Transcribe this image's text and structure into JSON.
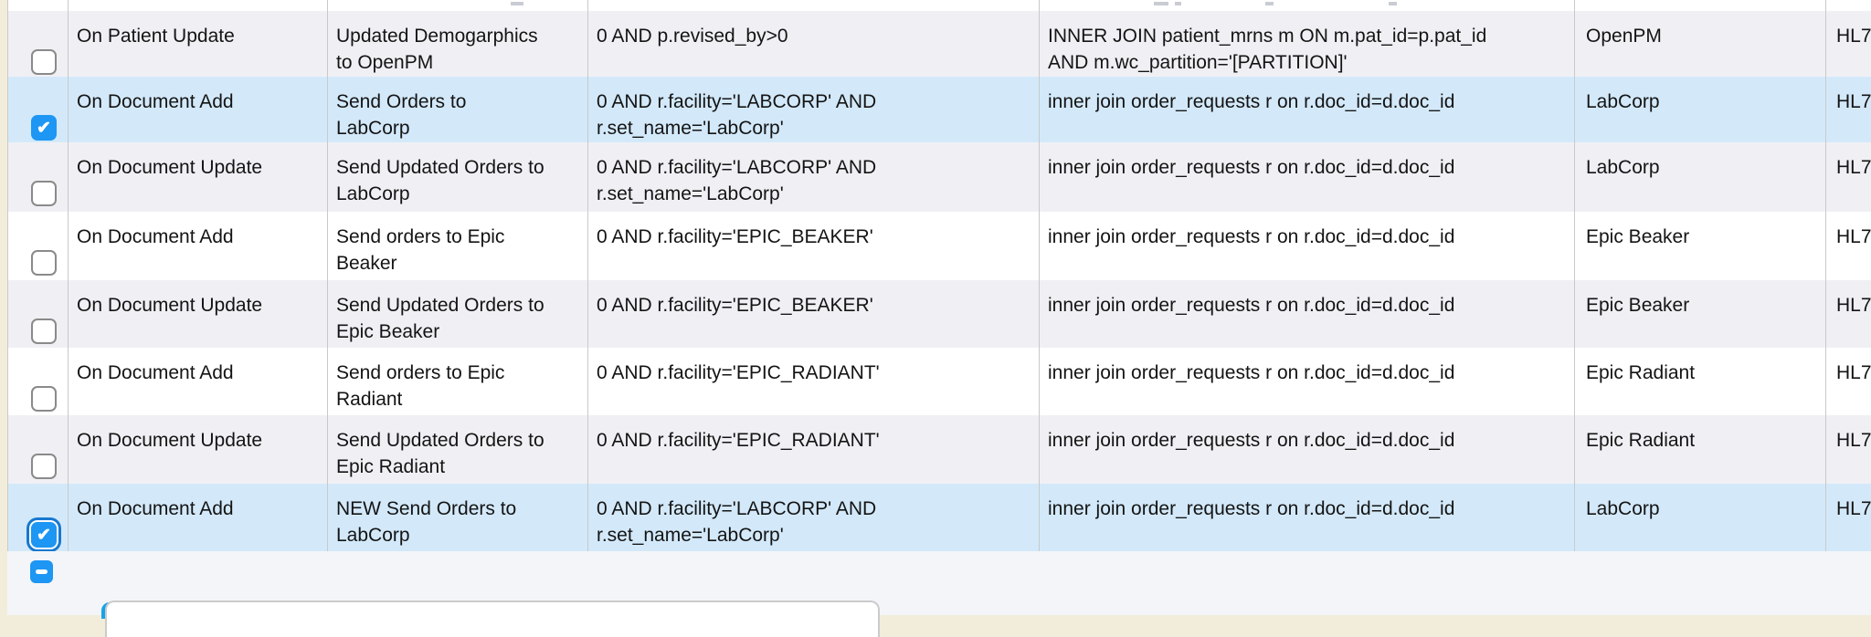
{
  "colors": {
    "accent_blue": "#1e96f3",
    "selected_row": "#d3e9fa",
    "stripe_row": "#f0f0f4",
    "page_edge_beige": "#f2edda",
    "focus_ring": "#1778cf"
  },
  "icons": {
    "checkbox_check": "check-icon",
    "remove_button": "minus-icon"
  },
  "check_glyph": "✔",
  "table": {
    "rows": [
      {
        "checked": false,
        "selected": false,
        "event": "On Patient Update",
        "name": "Updated Demogarphics\nto OpenPM",
        "condition": "0 AND p.revised_by>0",
        "join": "INNER JOIN patient_mrns m ON m.pat_id=p.pat_id\nAND m.wc_partition='[PARTITION]'",
        "target": "OpenPM",
        "type": "HL7"
      },
      {
        "checked": true,
        "selected": true,
        "event": "On Document Add",
        "name": "Send Orders to\nLabCorp",
        "condition": "0 AND r.facility='LABCORP' AND\nr.set_name='LabCorp'",
        "join": "inner join order_requests r on r.doc_id=d.doc_id",
        "target": "LabCorp",
        "type": "HL7"
      },
      {
        "checked": false,
        "selected": false,
        "event": "On Document Update",
        "name": "Send Updated Orders to\nLabCorp",
        "condition": "0 AND r.facility='LABCORP' AND\nr.set_name='LabCorp'",
        "join": "inner join order_requests r on r.doc_id=d.doc_id",
        "target": "LabCorp",
        "type": "HL7"
      },
      {
        "checked": false,
        "selected": false,
        "event": "On Document Add",
        "name": "Send orders to Epic\nBeaker",
        "condition": "0 AND r.facility='EPIC_BEAKER'",
        "join": "inner join order_requests r on r.doc_id=d.doc_id",
        "target": "Epic Beaker",
        "type": "HL7"
      },
      {
        "checked": false,
        "selected": false,
        "event": "On Document Update",
        "name": "Send Updated Orders to\nEpic Beaker",
        "condition": "0 AND r.facility='EPIC_BEAKER'",
        "join": "inner join order_requests r on r.doc_id=d.doc_id",
        "target": "Epic Beaker",
        "type": "HL7"
      },
      {
        "checked": false,
        "selected": false,
        "event": "On Document Add",
        "name": "Send orders to Epic\nRadiant",
        "condition": "0 AND r.facility='EPIC_RADIANT'",
        "join": "inner join order_requests r on r.doc_id=d.doc_id",
        "target": "Epic Radiant",
        "type": "HL7"
      },
      {
        "checked": false,
        "selected": false,
        "event": "On Document Update",
        "name": "Send Updated Orders to\nEpic Radiant",
        "condition": "0 AND r.facility='EPIC_RADIANT'",
        "join": "inner join order_requests r on r.doc_id=d.doc_id",
        "target": "Epic Radiant",
        "type": "HL7"
      },
      {
        "checked": true,
        "selected": true,
        "focused": true,
        "event": "On Document Add",
        "name": "NEW Send Orders to\nLabCorp",
        "condition": "0 AND r.facility='LABCORP' AND\nr.set_name='LabCorp'",
        "join": "inner join order_requests r on r.doc_id=d.doc_id",
        "target": "LabCorp",
        "type": "HL7"
      }
    ]
  }
}
